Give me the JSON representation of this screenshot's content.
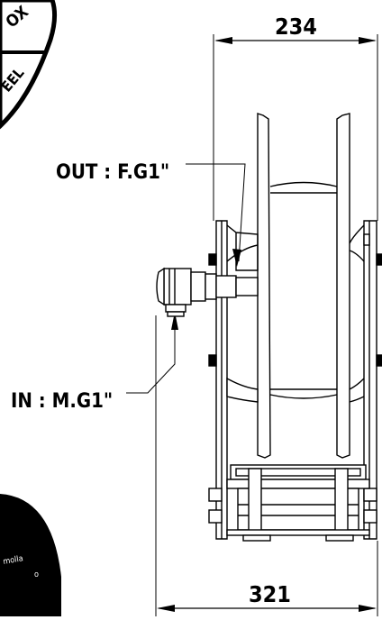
{
  "dimensions": {
    "top_width": "234",
    "bottom_width": "321"
  },
  "callouts": {
    "outlet": "OUT : F.G1\"",
    "inlet": "IN : M.G1\""
  },
  "badges": {
    "top_left_fragment_1": "OX",
    "top_left_fragment_2": "EEL",
    "bottom_left_fragment_1": "molla",
    "bottom_left_fragment_2": "o"
  },
  "colors": {
    "line": "#000000",
    "background": "#ffffff"
  }
}
